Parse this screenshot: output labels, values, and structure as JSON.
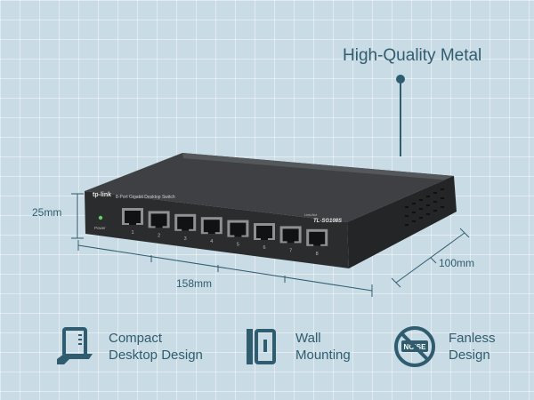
{
  "headline": "High-Quality Metal",
  "dimensions": {
    "height": "25mm",
    "width": "158mm",
    "depth": "100mm"
  },
  "device": {
    "brand": "tp-link",
    "description": "8-Port Gigabit Desktop Switch",
    "model": "TL-SG108S",
    "power_label": "Power",
    "linkact_label": "Link/Act",
    "ports": [
      "1",
      "2",
      "3",
      "4",
      "5",
      "6",
      "7",
      "8"
    ]
  },
  "features": [
    {
      "icon": "desktop-icon",
      "line1": "Compact",
      "line2": "Desktop Design"
    },
    {
      "icon": "wall-mount-icon",
      "line1": "Wall",
      "line2": "Mounting"
    },
    {
      "icon": "no-noise-icon",
      "line1": "Fanless",
      "line2": "Design",
      "badge": "NOISE"
    }
  ],
  "colors": {
    "text": "#2f5d6f",
    "background": "#c9dbe4",
    "device_body": "#2a2c2e"
  }
}
